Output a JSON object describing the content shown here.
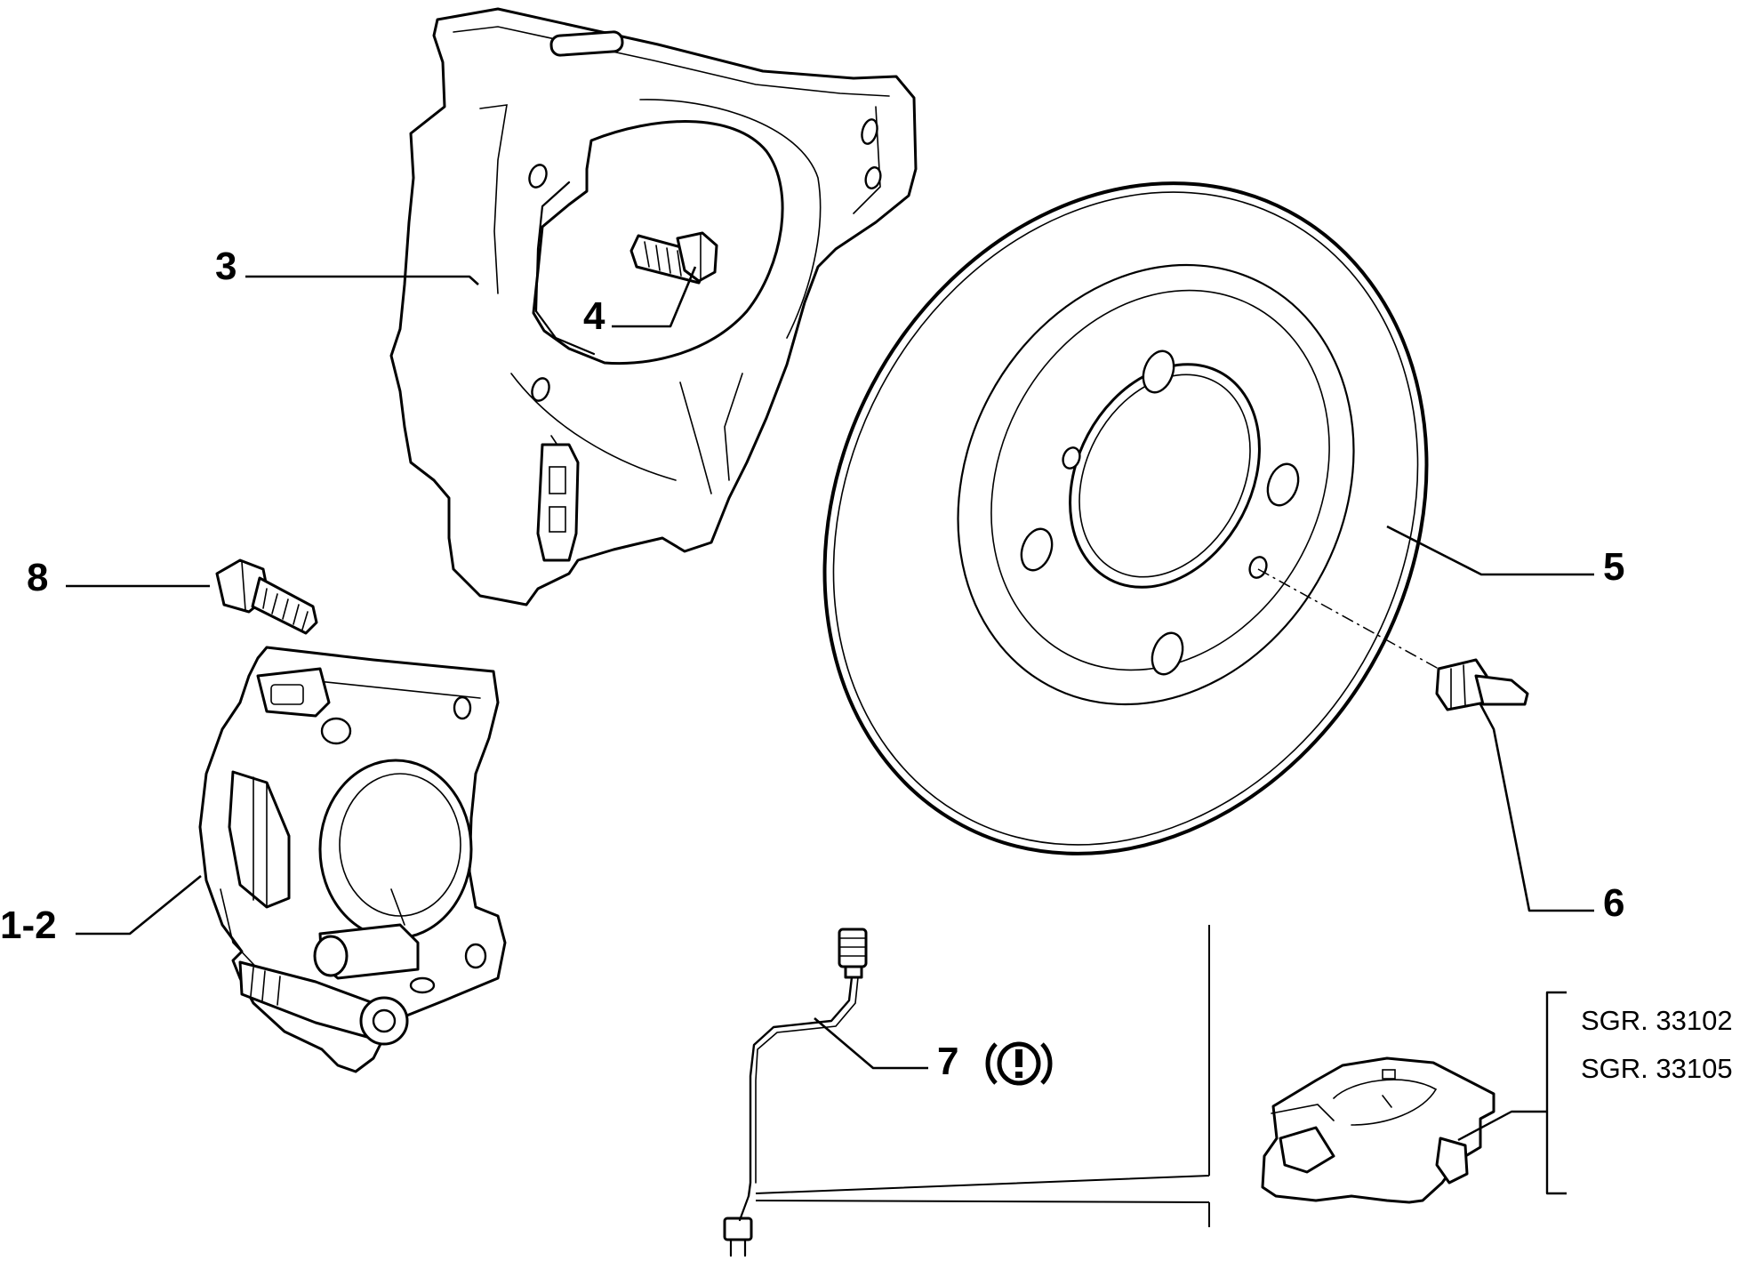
{
  "callouts": {
    "caliper": "1-2",
    "shield": "3",
    "shield_bolt": "4",
    "disc": "5",
    "disc_screw": "6",
    "wear_sensor": "7",
    "warning_symbol": "(!)",
    "caliper_bolt": "8"
  },
  "references": [
    "SGR. 33102",
    "SGR. 33105"
  ],
  "colors": {
    "line": "#000000",
    "background": "#ffffff"
  },
  "icons": {
    "warning": "circled-exclamation-icon"
  }
}
